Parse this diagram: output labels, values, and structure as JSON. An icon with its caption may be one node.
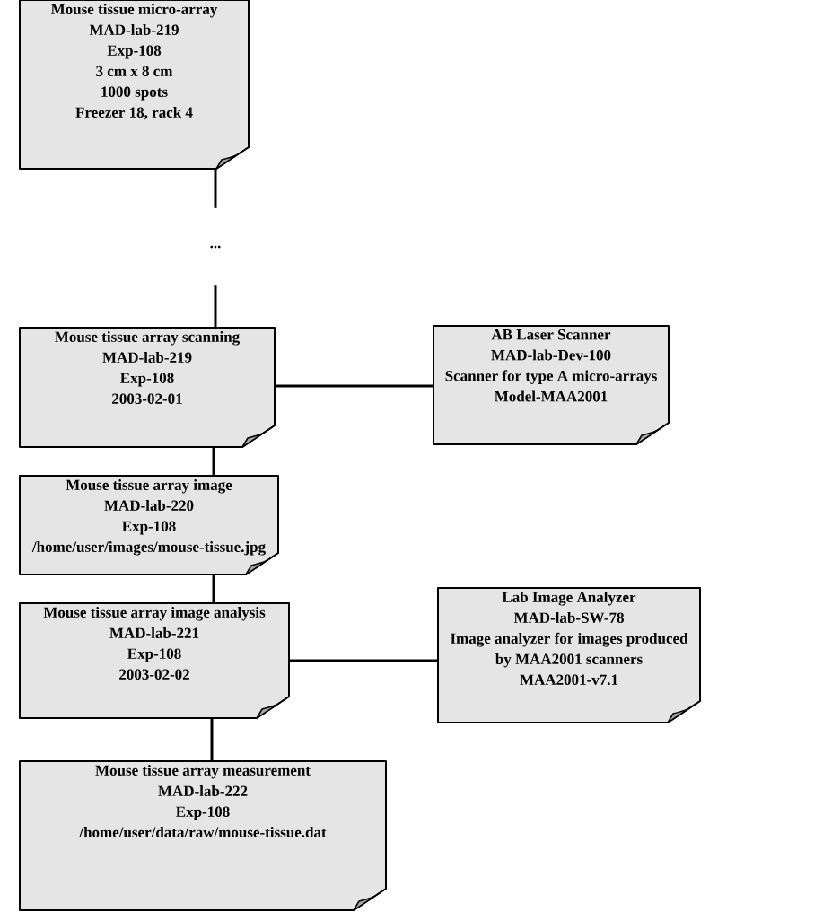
{
  "diagram": {
    "nodes": [
      {
        "text": [
          "Mouse tissue micro-array",
          "MAD-lab-219",
          "Exp-108",
          "3 cm x 8 cm",
          "1000 spots",
          "Freezer 18, rack 4"
        ]
      },
      {
        "text": [
          "..."
        ]
      },
      {
        "text": [
          "Mouse tissue array scanning",
          "MAD-lab-219",
          "Exp-108",
          "2003-02-01"
        ]
      },
      {
        "text": [
          "AB Laser Scanner",
          "MAD-lab-Dev-100",
          "Scanner for type A micro-arrays",
          "Model-MAA2001"
        ]
      },
      {
        "text": [
          "Mouse tissue array image",
          "MAD-lab-220",
          "Exp-108",
          "/home/user/images/mouse-tissue.jpg"
        ]
      },
      {
        "text": [
          "Mouse tissue array image analysis",
          "MAD-lab-221",
          "Exp-108",
          "2003-02-02"
        ]
      },
      {
        "text": [
          "Lab Image Analyzer",
          "MAD-lab-SW-78",
          "Image analyzer for images produced by MAA2001 scanners",
          "MAA2001-v7.1"
        ]
      },
      {
        "text": [
          "Mouse tissue array measurement",
          "MAD-lab-222",
          "Exp-108",
          "/home/user/data/raw/mouse-tissue.dat"
        ]
      }
    ],
    "edges": [
      {
        "from": 0,
        "to": 1,
        "arrow": "none"
      },
      {
        "from": 1,
        "to": 2,
        "arrow": "none"
      },
      {
        "from": 2,
        "to": 3,
        "arrow": "none"
      },
      {
        "from": 2,
        "to": 4,
        "arrow": "none"
      },
      {
        "from": 4,
        "to": 5,
        "arrow": "none"
      },
      {
        "from": 5,
        "to": 6,
        "arrow": "none"
      },
      {
        "from": 5,
        "to": 7,
        "arrow": "none"
      }
    ]
  }
}
